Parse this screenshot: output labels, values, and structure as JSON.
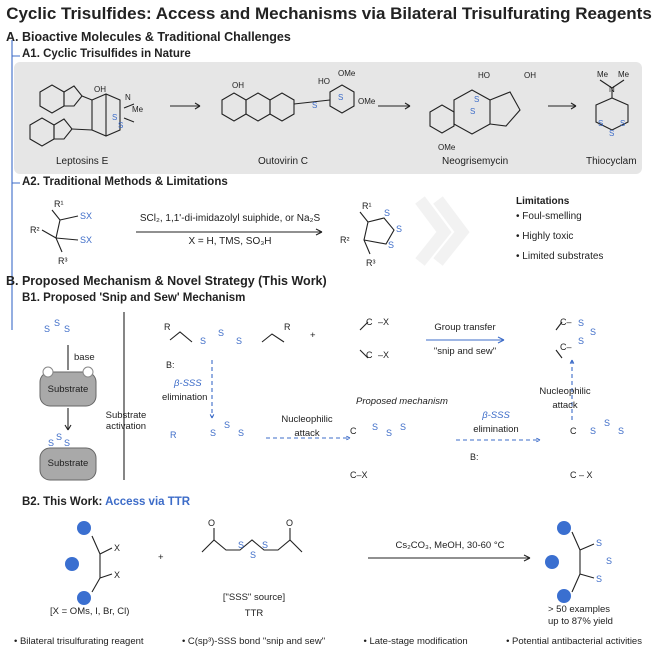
{
  "title": "Cyclic Trisulfides: Access and Mechanisms via Bilateral Trisulfurating Reagents",
  "sectionA": {
    "heading": "A. Bioactive Molecules & Traditional Challenges",
    "a1": {
      "heading": "A1. Cyclic Trisulfides in Nature",
      "molecules": [
        "Leptosins E",
        "Outovirin C",
        "Neogrisemycin",
        "Thiocyclam"
      ]
    },
    "a2": {
      "heading": "A2. Traditional Methods & Limitations",
      "reagents": "SCl₂, 1,1'-di-imidazolyl suiphide, or Na₂S",
      "conditions": "X = H, TMS, SO₃H",
      "limitations_title": "Limitations",
      "limitations": [
        "Foul-smelling",
        "Highly toxic",
        "Limited substrates"
      ]
    }
  },
  "sectionB": {
    "heading": "B. Proposed Mechanism & Novel Strategy (This Work)",
    "b1": {
      "heading": "B1. Proposed 'Snip and Sew' Mechanism",
      "base": "base",
      "substrate": "Substrate",
      "substrate_activation": "Substrate activation",
      "beta_sss": "β-SSS",
      "elimination": "elimination",
      "group_transfer": "Group transfer",
      "snip_and_sew": "\"snip and sew\"",
      "proposed_mechanism": "Proposed mechanism",
      "nucleophilic": "Nucleophilic",
      "attack": "attack",
      "plus": "+"
    },
    "b2": {
      "heading_prefix": "B2. This Work: ",
      "heading_highlight": "Access via TTR",
      "x_def": "[X = OMs, I, Br, Cl)",
      "sss_source": "[\"SSS\" source]",
      "ttr": "TTR",
      "conditions": "Cs₂CO₃, MeOH, 30-60 °C",
      "examples": "> 50 examples",
      "yield": "up to 87% yield",
      "plus": "+"
    },
    "features": [
      "• Bilateral trisulfurating reagent",
      "• C(sp³)-SSS bond \"snip and sew\"",
      "• Late-stage modification",
      "• Potential antibacterial activities"
    ]
  },
  "colors": {
    "accent": "#3d6cc8",
    "panel": "#e6e6e6",
    "panel_blue": "#dbe6f5",
    "dot": "#3a6fd0"
  }
}
